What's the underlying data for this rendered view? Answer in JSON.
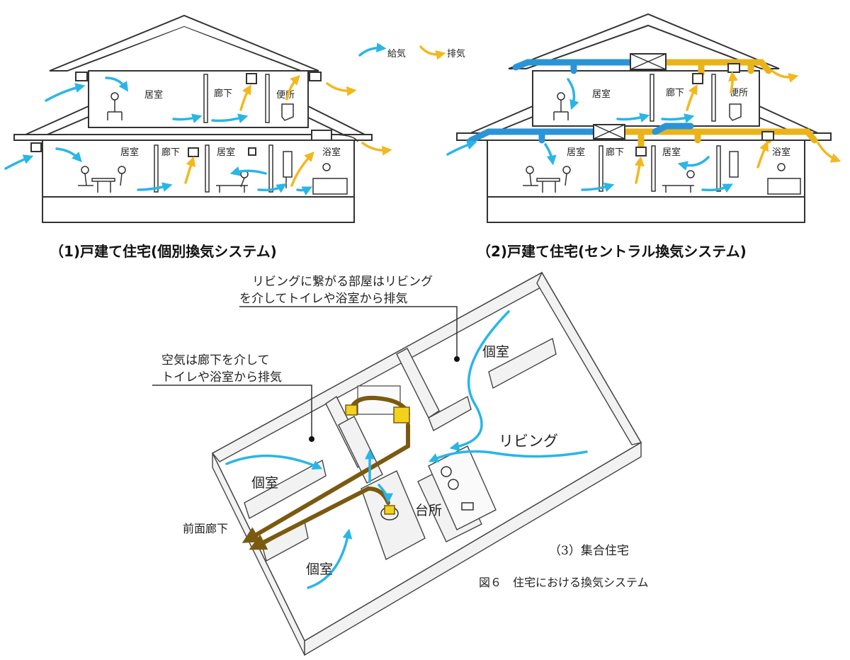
{
  "legend": {
    "supply": "給気",
    "exhaust": "排気"
  },
  "house1": {
    "caption": "（1)戸建て住宅(個別換気システム)",
    "rooms": {
      "upper_living": "居室",
      "upper_hall": "廊下",
      "upper_toilet": "便所",
      "lower_living1": "居室",
      "lower_hall": "廊下",
      "lower_living2": "居室",
      "lower_bath": "浴室"
    }
  },
  "house2": {
    "caption": "（2)戸建て住宅(セントラル換気システム)",
    "rooms": {
      "upper_living": "居室",
      "upper_hall": "廊下",
      "upper_toilet": "便所",
      "lower_living1": "居室",
      "lower_hall": "廊下",
      "lower_living2": "居室",
      "lower_bath": "浴室"
    }
  },
  "apartment": {
    "note1_line1": "リビングに繋がる部屋はリビング",
    "note1_line2": "を介してトイレや浴室から排気",
    "note2_line1": "空気は廊下を介して",
    "note2_line2": "トイレや浴室から排気",
    "room_private_top": "個室",
    "room_living": "リビング",
    "room_private_left": "個室",
    "room_kitchen": "台所",
    "room_private_bottom": "個室",
    "corridor": "前面廊下",
    "caption": "（3）集合住宅",
    "figure_title": "図６　住宅における換気システム"
  },
  "colors": {
    "supply": "#29b6e6",
    "exhaust": "#f3b81e",
    "duct_brown": "#7a5a10"
  }
}
